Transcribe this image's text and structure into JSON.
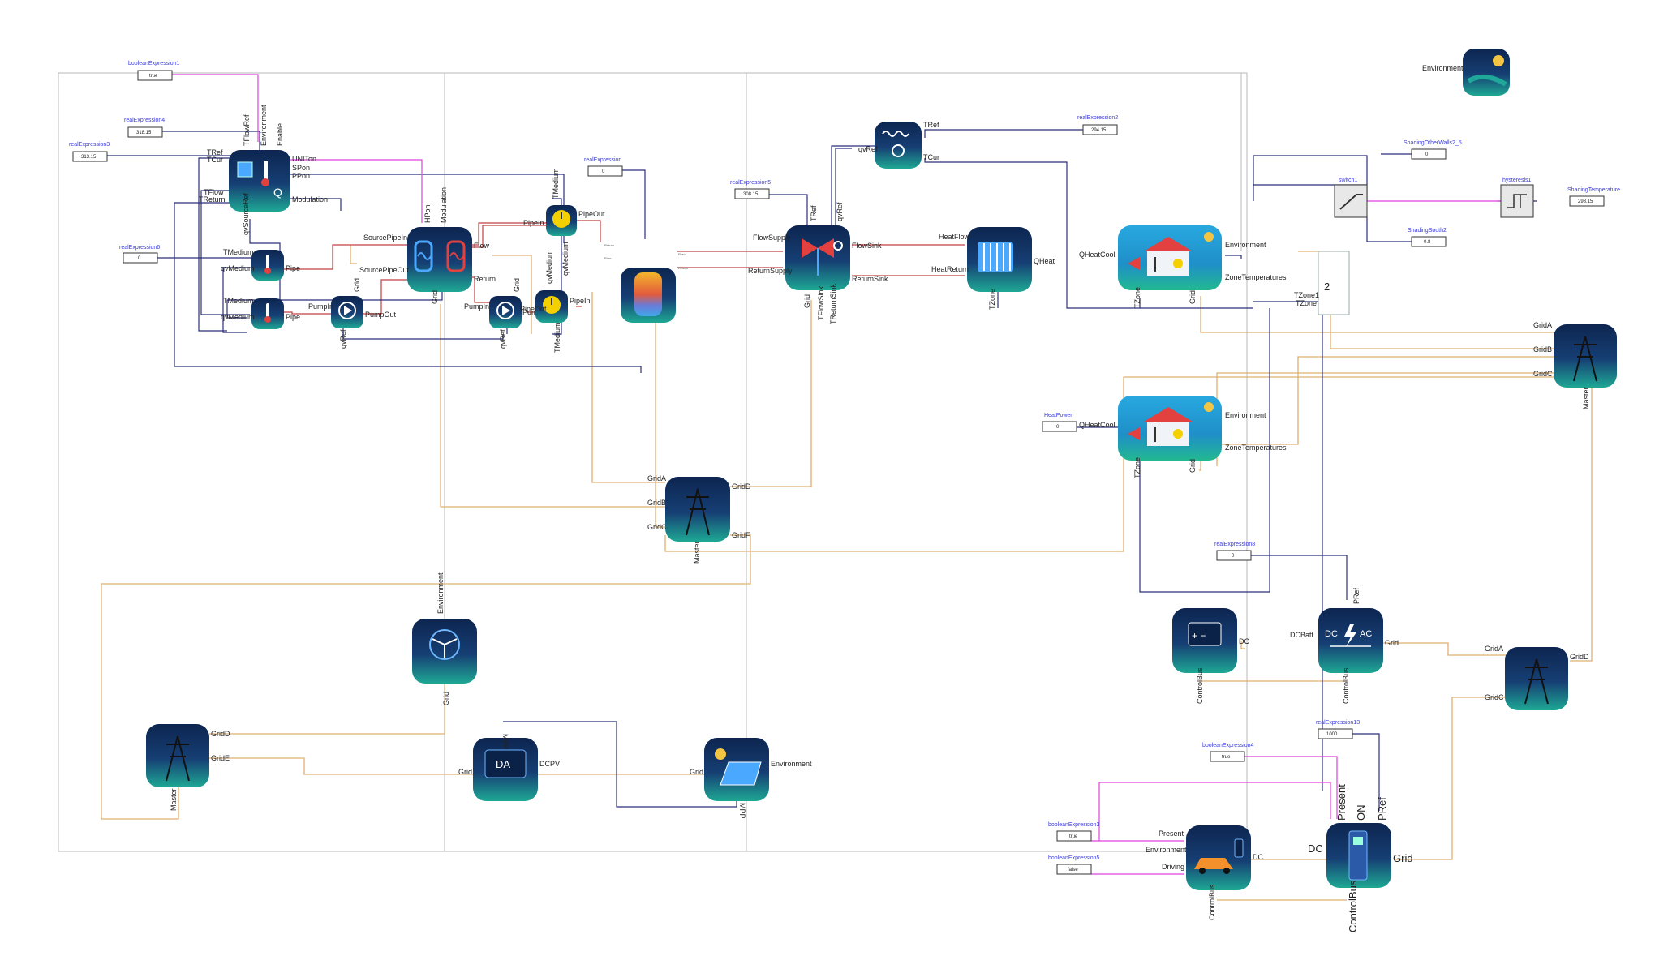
{
  "colors": {
    "block_dark": "#0f2d57",
    "block_teal": "#1fa89a",
    "wire_electric": "#e0b070",
    "wire_signal": "#2b2f7a",
    "wire_boolean": "#e040e0",
    "wire_fluid": "#c04040",
    "frame": "#b8b8b8"
  },
  "blocks": [
    {
      "id": "environment",
      "icon": "environment-icon",
      "labels": [
        "Environment"
      ]
    },
    {
      "id": "heat-pump",
      "icon": "heat-pump-icon",
      "labels": [
        "TRef",
        "TCur",
        "TFlow",
        "TReturn",
        "UNITon",
        "SPon",
        "PPon",
        "Modulation",
        "qvSourceRef",
        "Environment",
        "TFlowRef",
        "Enable"
      ]
    },
    {
      "id": "sensor-flow",
      "icon": "thermometer-icon",
      "labels": [
        "TMedium",
        "qvMedium",
        "Pipe"
      ]
    },
    {
      "id": "sensor-return",
      "icon": "thermometer-icon",
      "labels": [
        "TMedium",
        "qvMedium",
        "Pipe"
      ]
    },
    {
      "id": "pump-source",
      "icon": "pump-icon",
      "labels": [
        "PumpIn",
        "PumpOut",
        "qvRef",
        "Grid"
      ]
    },
    {
      "id": "heat-exchanger",
      "icon": "heat-exchanger-icon",
      "labels": [
        "SourcePipeIn",
        "SourcePipeOut",
        "Flow",
        "Return",
        "Grid",
        "HPon",
        "Modulation"
      ]
    },
    {
      "id": "meter-top",
      "icon": "flowmeter-icon",
      "labels": [
        "PipeOut",
        "PipeIn",
        "TMedium",
        "qvMedium"
      ]
    },
    {
      "id": "pump-load",
      "icon": "pump-icon",
      "labels": [
        "PumpIn",
        "PumpOut",
        "qvRef",
        "Grid"
      ]
    },
    {
      "id": "meter-bottom",
      "icon": "flowmeter-icon",
      "labels": [
        "PipeIn",
        "PipeOut",
        "qvMedium",
        "TMedium"
      ]
    },
    {
      "id": "storage",
      "icon": "storage-tank-icon",
      "labels": []
    },
    {
      "id": "distribution-valve",
      "icon": "valve-icon",
      "labels": [
        "FlowSupply",
        "ReturnSupply",
        "FlowSink",
        "ReturnSink",
        "TRef",
        "qvRef",
        "Grid",
        "TFlowSink",
        "TReturnSink"
      ]
    },
    {
      "id": "underfloor-heater",
      "icon": "heating-coil-icon",
      "labels": [
        "qvRef",
        "TRef",
        "TCur"
      ]
    },
    {
      "id": "radiator",
      "icon": "radiator-icon",
      "labels": [
        "HeatFlow",
        "HeatReturn",
        "QHeat",
        "TZone"
      ]
    },
    {
      "id": "house-1",
      "icon": "house-icon",
      "labels": [
        "QHeatCool",
        "Environment",
        "ZoneTemperatures",
        "TZone",
        "Grid"
      ]
    },
    {
      "id": "house-2",
      "icon": "house-icon",
      "labels": [
        "QHeatCool",
        "Environment",
        "ZoneTemperatures",
        "TZone",
        "Grid"
      ]
    },
    {
      "id": "switch1",
      "icon": "switch-icon",
      "labels": [
        "switch1"
      ]
    },
    {
      "id": "hysteresis1",
      "icon": "hysteresis-icon",
      "labels": [
        "hysteresis1"
      ]
    },
    {
      "id": "zone-selector",
      "icon": "demux-icon",
      "labels": [
        "2",
        "TZone1",
        "TZone"
      ]
    },
    {
      "id": "grid-top-right",
      "icon": "power-tower-icon",
      "labels": [
        "GridA",
        "GridB",
        "GridC",
        "Master"
      ]
    },
    {
      "id": "grid-center",
      "icon": "power-tower-icon",
      "labels": [
        "GridA",
        "GridB",
        "GridC",
        "GridD",
        "GridF",
        "Master"
      ]
    },
    {
      "id": "grid-bottom-left",
      "icon": "power-tower-icon",
      "labels": [
        "GridD",
        "GridE",
        "Master"
      ]
    },
    {
      "id": "grid-right",
      "icon": "power-tower-icon",
      "labels": [
        "GridA",
        "GridD",
        "GridC"
      ]
    },
    {
      "id": "wind-turbine",
      "icon": "wind-turbine-icon",
      "labels": [
        "Environment",
        "Grid"
      ]
    },
    {
      "id": "pv-inverter",
      "icon": "inverter-icon",
      "labels": [
        "Grid",
        "DCPV",
        "MPP"
      ]
    },
    {
      "id": "pv-panel",
      "icon": "solar-panel-icon",
      "labels": [
        "Grid",
        "Environment",
        "MPP"
      ]
    },
    {
      "id": "battery",
      "icon": "battery-icon",
      "labels": [
        "DC",
        "ControlBus"
      ]
    },
    {
      "id": "battery-inverter",
      "icon": "dc-ac-inverter-icon",
      "labels": [
        "DCBatt",
        "Grid",
        "ControlBus",
        "PRef"
      ]
    },
    {
      "id": "electric-vehicle",
      "icon": "electric-car-icon",
      "labels": [
        "Present",
        "Environment",
        "Driving",
        "DC",
        "ControlBus"
      ]
    },
    {
      "id": "wallbox",
      "icon": "charging-station-icon",
      "labels": [
        "Present",
        "ON",
        "PRef",
        "DC",
        "Grid",
        "ControlBus"
      ]
    }
  ],
  "sources": [
    {
      "name": "booleanExpression1",
      "value": "true"
    },
    {
      "name": "realExpression4",
      "value": "318.15"
    },
    {
      "name": "realExpression3",
      "value": "313.15"
    },
    {
      "name": "realExpression6",
      "value": "0"
    },
    {
      "name": "realExpression",
      "value": "0"
    },
    {
      "name": "realExpression5",
      "value": "308.15"
    },
    {
      "name": "realExpression2",
      "value": "294.15"
    },
    {
      "name": "ShadingOtherWalls2_5",
      "value": "0"
    },
    {
      "name": "ShadingSouth2",
      "value": "0.8"
    },
    {
      "name": "ShadingTemperature",
      "value": "298.15"
    },
    {
      "name": "HeatPower",
      "value": "0"
    },
    {
      "name": "realExpression8",
      "value": "0"
    },
    {
      "name": "realExpression13",
      "value": "1000"
    },
    {
      "name": "booleanExpression4",
      "value": "true"
    },
    {
      "name": "booleanExpression3",
      "value": "true"
    },
    {
      "name": "booleanExpression5",
      "value": "false"
    }
  ],
  "storage_ports": [
    "Return",
    "Flow",
    "Flow",
    "Return"
  ]
}
